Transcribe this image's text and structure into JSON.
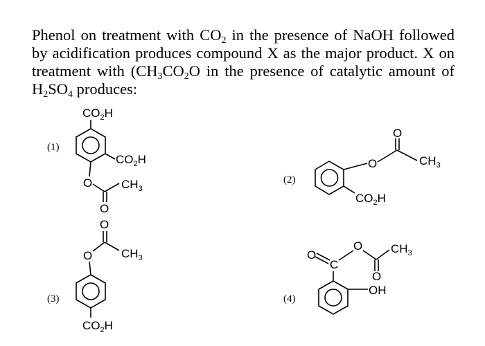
{
  "question": {
    "line1": [
      "Phenol on treatment with CO",
      "2",
      " in the presence of NaOH followed"
    ],
    "line2": "by acidification produces compound X as the major product. X on",
    "line3": [
      "treatment with (CH",
      "3",
      "CO",
      "2",
      "O in the presence of catalytic amount of"
    ],
    "line4": [
      "H",
      "2",
      "SO",
      "4",
      " produces:"
    ]
  },
  "options": [
    {
      "label": "(1)",
      "groups": {
        "top": [
          "CO",
          "2",
          "H"
        ],
        "side": [
          "CO",
          "2",
          "H"
        ],
        "o": "O",
        "carbonyl_o": "O",
        "methyl": [
          "CH",
          "3"
        ]
      }
    },
    {
      "label": "(2)",
      "groups": {
        "carbonyl_o": "O",
        "ester_o": "O",
        "methyl": [
          "CH",
          "3"
        ],
        "acid": [
          "CO",
          "2",
          "H"
        ]
      }
    },
    {
      "label": "(3)",
      "groups": {
        "carbonyl_o": "O",
        "ester_o": "O",
        "methyl": [
          "CH",
          "3"
        ],
        "bottom": [
          "CO",
          "2",
          "H"
        ]
      }
    },
    {
      "label": "(4)",
      "groups": {
        "o1": "O",
        "c": "C",
        "o2": "O",
        "carbonyl_o": "O",
        "methyl": [
          "CH",
          "3"
        ],
        "oh": "OH"
      }
    }
  ]
}
